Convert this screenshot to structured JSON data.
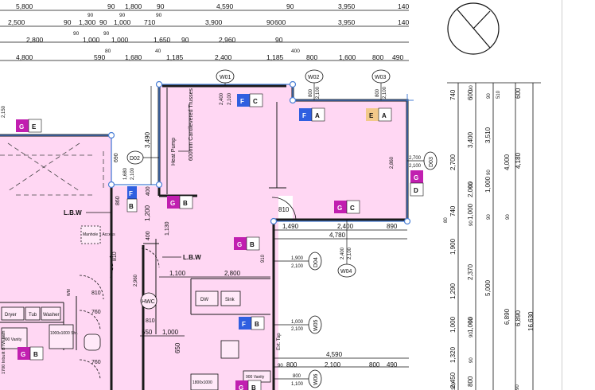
{
  "colors": {
    "room_fill": "#ffd7f3",
    "wall": "#1a1a1a",
    "selection": "#4a7fd6",
    "tag_f": "#2f5fe0",
    "tag_g": "#c11fb0",
    "tag_e": "#f2c98a"
  },
  "top_dims": {
    "row1": [
      "5,800",
      "90",
      "1,800",
      "90",
      "4,590",
      "90",
      "3,950",
      "140"
    ],
    "row2": [
      "2,500",
      "90",
      "1,300",
      "90",
      "1,000",
      "710",
      "3,900",
      "90",
      "600",
      "3,950",
      "140"
    ],
    "row2_top": [
      "90",
      "90",
      "90"
    ],
    "row3": [
      "2,800",
      "1,000",
      "1,000",
      "1,650",
      "90",
      "2,960",
      "90"
    ],
    "row3_top": [
      "90",
      "90"
    ],
    "row4": [
      "4,800",
      "590",
      "1,680",
      "1,185",
      "2,400",
      "1,185",
      "800",
      "1,600",
      "800",
      "490"
    ],
    "row4_top": [
      "80",
      "40",
      "400"
    ]
  },
  "windows": [
    "W01",
    "W02",
    "W03",
    "W04",
    "W05",
    "W06"
  ],
  "doors": [
    "D02",
    "D03",
    "D04"
  ],
  "window_dims": {
    "w01": [
      "2,400",
      "2,100"
    ],
    "w02": [
      "800",
      "2,100"
    ],
    "w03": [
      "800",
      "2,100"
    ],
    "d03": [
      "2,700",
      "2,100"
    ],
    "d04": [
      "1,900",
      "2,100"
    ],
    "w04": [
      "2,400",
      "2,100"
    ],
    "w05": [
      "1,000",
      "2,100"
    ],
    "w06": [
      "800",
      "1,100"
    ],
    "d02": [
      "1,680",
      "2,100"
    ]
  },
  "tags": {
    "f": "F",
    "c": "C",
    "a": "A",
    "e": "E",
    "g": "G",
    "b": "B",
    "d": "D"
  },
  "labels": {
    "heat_pump": "Heat Pump",
    "trusses": "600mm Cantilevered Trusses",
    "lbw1": "L.B.W",
    "lbw2": "L.B.W",
    "hwc": "HWC",
    "dw": "DW",
    "sink": "Sink",
    "dryer": "Dryer",
    "tub": "Tub",
    "washer": "Washer",
    "vanity900": "900 Vanity",
    "shower": "1000x1000 Shr.",
    "vanity900b": "900 Vanity",
    "vanity1800": "1800x1000",
    "ext_tap": "Ext. Tap",
    "bath": "1700 Inbuilt BTW bath",
    "wm": "WM",
    "manhole": "Manhole 1 Access"
  },
  "plan_dims": {
    "d1490": "1,490",
    "d2400": "2,400",
    "d890": "890",
    "d4780": "4,780",
    "d810a": "810",
    "d1100": "1,100",
    "d2800": "2,800",
    "d810b": "810",
    "d760a": "760",
    "d810c": "810",
    "d650": "650",
    "d1000": "1,000",
    "d650v": "650",
    "d760b": "760",
    "d4590": "4,590",
    "d800a": "800",
    "d2100": "2,100",
    "d800b": "800",
    "d490": "490",
    "d810d": "810",
    "d910": "910",
    "d2860": "2,860",
    "d3490": "3,490",
    "d690": "690",
    "d860": "860",
    "d1200": "1,200",
    "d400a": "400",
    "d400b": "400",
    "d1130": "1,130",
    "d810e": "810",
    "d2960v": "2,960",
    "d2150": "2,150",
    "d90x": "90"
  },
  "side_dims": {
    "col1": [
      "740",
      "2,700",
      "740",
      "1,900",
      "1,290",
      "1,000",
      "1,320",
      "2,450"
    ],
    "col1_small": [
      "80",
      "300"
    ],
    "col2": [
      "600",
      "3,400",
      "2,000",
      "1,000",
      "2,370",
      "1,000",
      "800"
    ],
    "col2_small": [
      "90",
      "90",
      "90",
      "90",
      "90",
      "90"
    ],
    "col3": [
      "3,510",
      "5,000",
      "6,890",
      "90"
    ],
    "col3_small": [
      "90",
      "90",
      "90",
      "90"
    ],
    "col4": [
      "510",
      "4,000",
      "6,890"
    ],
    "col5": [
      "600",
      "4,180",
      "16,630"
    ]
  }
}
